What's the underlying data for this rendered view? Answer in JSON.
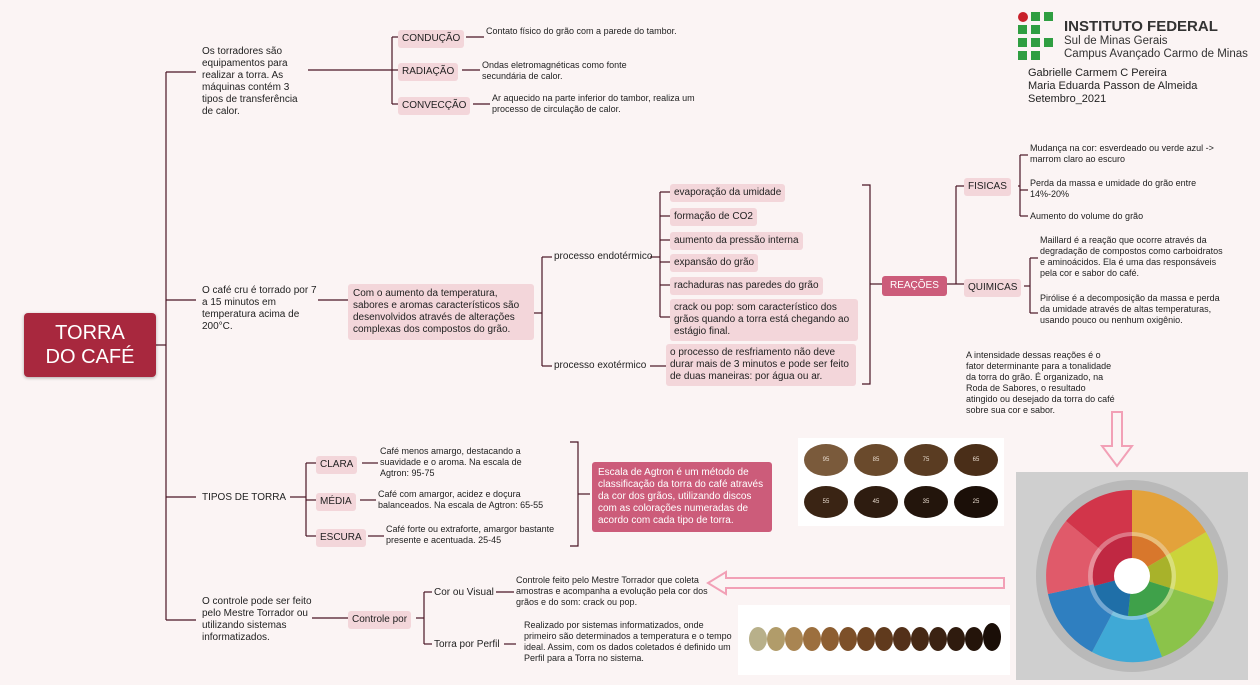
{
  "root": {
    "line1": "TORRA",
    "line2": "DO CAFÉ"
  },
  "header": {
    "institution": "INSTITUTO FEDERAL",
    "state": "Sul de Minas Gerais",
    "campus": "Campus Avançado Carmo de Minas",
    "author1": "Gabrielle Carmem C Pereira",
    "author2": "Maria Eduarda Passon de Almeida",
    "date": "Setembro_2021"
  },
  "branch1": {
    "text": "Os torradores são equipamentos para realizar a torra. As máquinas contém 3 tipos de transferência de calor.",
    "items": [
      {
        "label": "CONDUÇÃO",
        "desc": "Contato físico do grão com a parede do tambor."
      },
      {
        "label": "RADIAÇÃO",
        "desc": "Ondas eletromagnéticas como fonte secundária de calor."
      },
      {
        "label": "CONVECÇÃO",
        "desc": "Ar aquecido na parte inferior do tambor, realiza um processo de circulação de calor."
      }
    ]
  },
  "branch2": {
    "text": "O café cru é torrado por 7 a 15 minutos em temperatura acima de 200°C.",
    "middle": "Com o aumento da temperatura, sabores e aromas característicos são desenvolvidos através de alterações complexas dos compostos do grão.",
    "endo_label": "processo endotérmico",
    "endo_items": [
      "evaporação da umidade",
      "formação de CO2",
      "aumento da pressão interna",
      "expansão do grão",
      "rachaduras nas paredes do grão",
      "crack ou pop: som característico dos grãos quando a torra está chegando ao estágio final."
    ],
    "exo_label": "processo exotérmico",
    "exo_desc": "o processo de resfriamento  não deve durar mais de 3 minutos e pode ser feito de duas maneiras: por água ou ar.",
    "reactions": "REAÇÕES",
    "fisicas": "FISICAS",
    "fisicas_items": [
      "Mudança na cor: esverdeado ou verde azul -> marrom claro ao escuro",
      "Perda da massa e umidade do grão entre 14%-20%",
      "Aumento do volume do grão"
    ],
    "quimicas": "QUIMICAS",
    "quimicas_items": [
      "Maillard é a reação que ocorre através da degradação de compostos como carboidratos e aminoácidos. Ela é uma das responsáveis pela cor e sabor do café.",
      "Pirólise é a decomposição da massa e perda da umidade através de altas temperaturas, usando pouco ou nenhum oxigênio."
    ],
    "intensity": "A intensidade dessas reações é o fator determinante para a tonalidade da torra do grão. É organizado, na Roda de Sabores, o resultado atingido ou desejado da torra do café sobre sua cor e sabor."
  },
  "branch3": {
    "text": "TIPOS DE TORRA",
    "types": [
      {
        "label": "CLARA",
        "desc": "Café menos amargo, destacando a suavidade e o aroma. Na escala de Agtron: 95-75"
      },
      {
        "label": "MÉDIA",
        "desc": "Café com amargor, acidez e doçura balanceados. Na escala de Agtron: 65-55"
      },
      {
        "label": "ESCURA",
        "desc": "Café forte ou extraforte, amargor bastante presente e acentuada. 25-45"
      }
    ],
    "agtron_text": "Escala de Agtron é um método de classificação da torra do café através da cor dos grãos, utilizando discos com as colorações numeradas de acordo com cada tipo de torra.",
    "agtron_values": [
      "95",
      "85",
      "75",
      "65",
      "55",
      "45",
      "35",
      "25"
    ],
    "agtron_colors": [
      "#7a5a3b",
      "#6a4a2c",
      "#5a3c22",
      "#4a2e18",
      "#3a2414",
      "#2e1c10",
      "#23150c",
      "#1b0f08"
    ]
  },
  "branch4": {
    "text": "O controle pode ser feito pelo Mestre Torrador ou utilizando sistemas informatizados.",
    "control": "Controle por",
    "visual_label": "Cor ou Visual",
    "visual_desc": "Controle feito pelo Mestre Torrador que coleta amostras e acompanha a evolução pela cor dos grãos e do som: crack ou pop.",
    "profile_label": "Torra por Perfil",
    "profile_desc": "Realizado por sistemas informatizados, onde primeiro são determinados a temperatura e o tempo ideal. Assim, com os dados coletados é definido um Perfil para a Torra no sistema."
  },
  "colors": {
    "accent": "#a8283e",
    "pill": "#f3d6da",
    "dark_pill": "#cc5c7a",
    "line": "#4a1424",
    "arrow": "#f2a0b6",
    "logo_green": "#2f9e41",
    "logo_red": "#c8202a"
  }
}
